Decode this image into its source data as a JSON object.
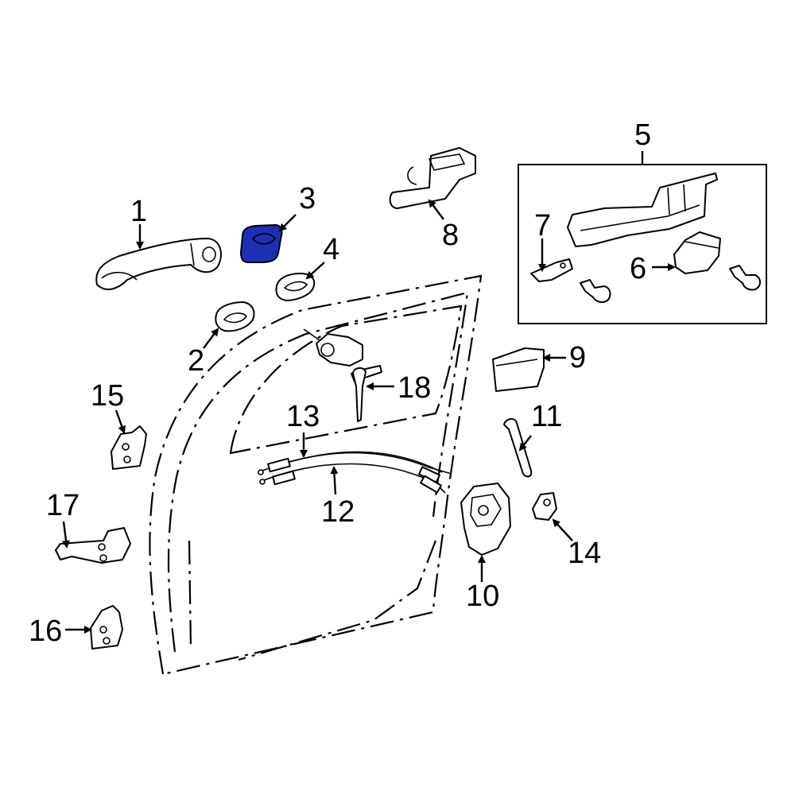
{
  "diagram": {
    "highlight_color": "#1e2fb5",
    "highlighted_part": "3",
    "callouts": [
      {
        "id": "c1",
        "text": "1"
      },
      {
        "id": "c2",
        "text": "2"
      },
      {
        "id": "c3",
        "text": "3"
      },
      {
        "id": "c4",
        "text": "4"
      },
      {
        "id": "c5",
        "text": "5"
      },
      {
        "id": "c6",
        "text": "6"
      },
      {
        "id": "c7",
        "text": "7"
      },
      {
        "id": "c8",
        "text": "8"
      },
      {
        "id": "c9",
        "text": "9"
      },
      {
        "id": "c10",
        "text": "10"
      },
      {
        "id": "c11",
        "text": "11"
      },
      {
        "id": "c12",
        "text": "12"
      },
      {
        "id": "c13",
        "text": "13"
      },
      {
        "id": "c14",
        "text": "14"
      },
      {
        "id": "c15",
        "text": "15"
      },
      {
        "id": "c16",
        "text": "16"
      },
      {
        "id": "c17",
        "text": "17"
      },
      {
        "id": "c18",
        "text": "18"
      }
    ]
  }
}
